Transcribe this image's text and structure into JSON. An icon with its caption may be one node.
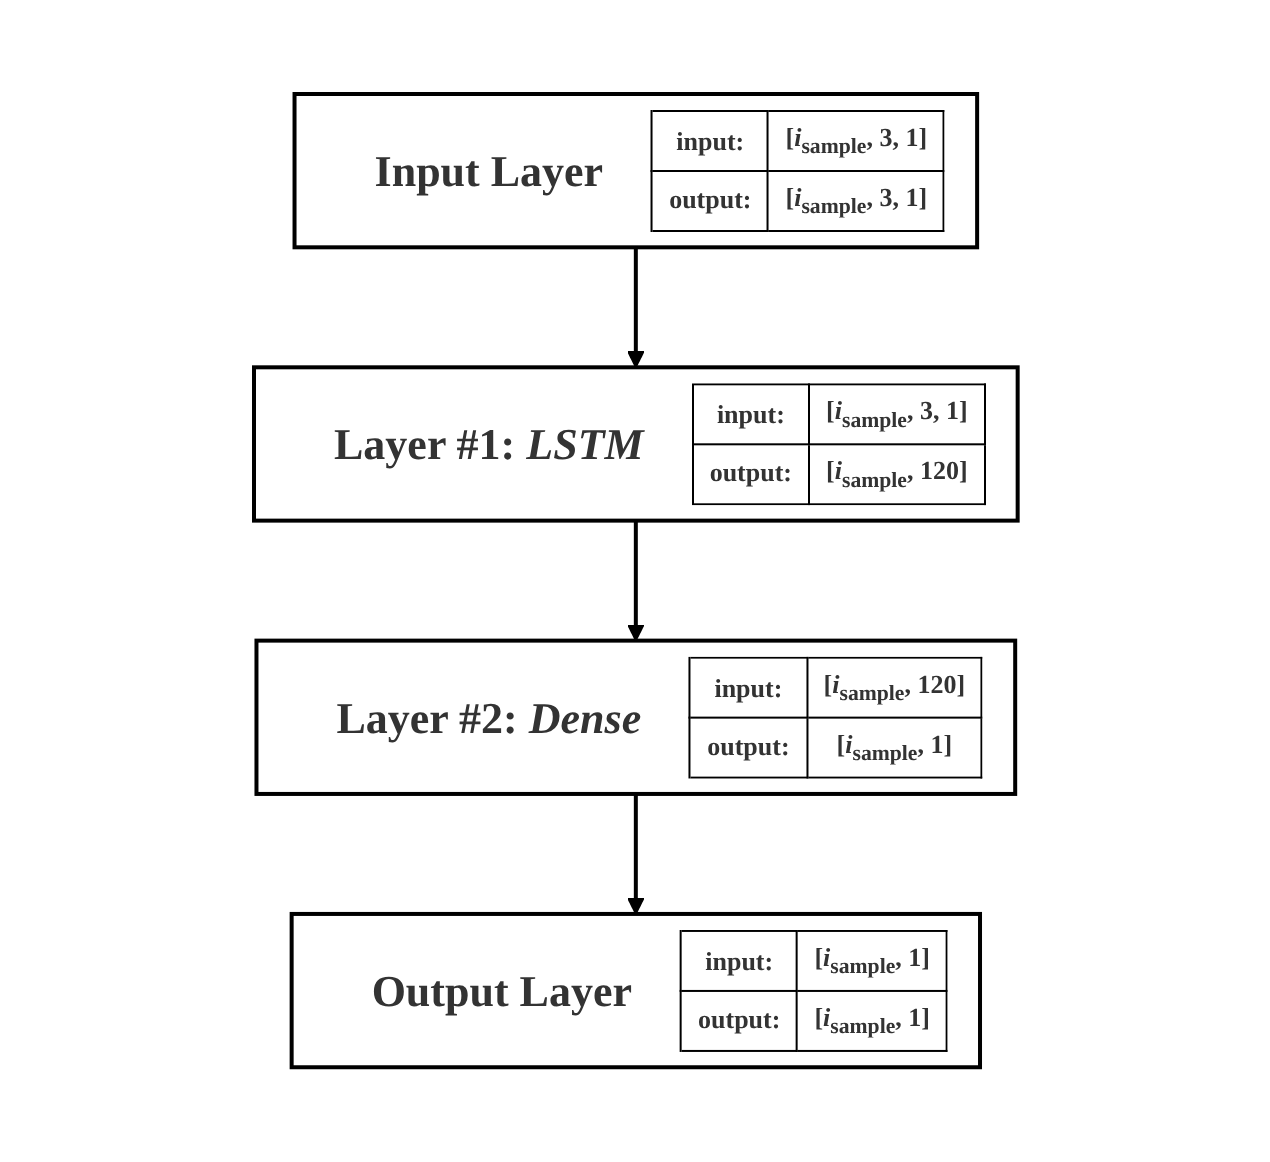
{
  "diagram": {
    "nodes": [
      {
        "text": [
          "Input Layer",
          "input:",
          "[*i*$_{sample}$, 3, 1]",
          "output:",
          "[*i*$_{sample}$, 3, 1]"
        ]
      },
      {
        "text": [
          "Layer #1: *LSTM*",
          "input:",
          "[*i*$_{sample}$, 3, 1]",
          "output:",
          "[*i*$_{sample}$, 120]"
        ]
      },
      {
        "text": [
          "Layer #2: *Dense*",
          "input:",
          "[*i*$_{sample}$, 120]",
          "output:",
          "[*i*$_{sample}$, 1]"
        ]
      },
      {
        "text": [
          "Output Layer",
          "input:",
          "[*i*$_{sample}$, 1]",
          "output:",
          "[*i*$_{sample}$, 1]"
        ]
      }
    ],
    "edges": [
      {
        "from": 0,
        "to": 1,
        "arrow": "to"
      },
      {
        "from": 1,
        "to": 2,
        "arrow": "to"
      },
      {
        "from": 2,
        "to": 3,
        "arrow": "to"
      }
    ]
  }
}
